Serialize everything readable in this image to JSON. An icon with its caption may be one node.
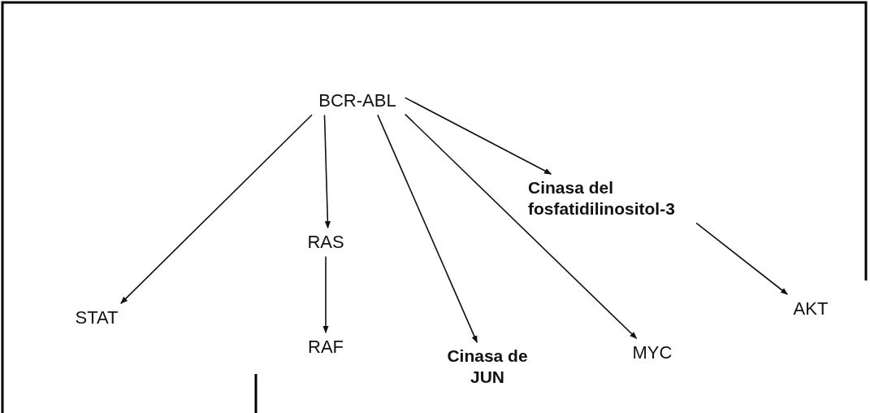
{
  "diagram": {
    "nodes": [
      {
        "text": [
          "BCR-ABL"
        ]
      },
      {
        "text": [
          "STAT"
        ]
      },
      {
        "text": [
          "RAS"
        ]
      },
      {
        "text": [
          "RAF"
        ]
      },
      {
        "text": [
          "Cinasa de JUN"
        ]
      },
      {
        "text": [
          "MYC"
        ]
      },
      {
        "text": [
          "Cinasa del fosfatidilinositol-3"
        ]
      },
      {
        "text": [
          "AKT"
        ]
      }
    ],
    "edges": [
      {
        "from": 0,
        "to": 1,
        "arrow": "to"
      },
      {
        "from": 0,
        "to": 2,
        "arrow": "to"
      },
      {
        "from": 2,
        "to": 3,
        "arrow": "to"
      },
      {
        "from": 0,
        "to": 4,
        "arrow": "to"
      },
      {
        "from": 0,
        "to": 5,
        "arrow": "to"
      },
      {
        "from": 0,
        "to": 6,
        "arrow": "to"
      },
      {
        "from": 6,
        "to": 7,
        "arrow": "to"
      }
    ]
  }
}
